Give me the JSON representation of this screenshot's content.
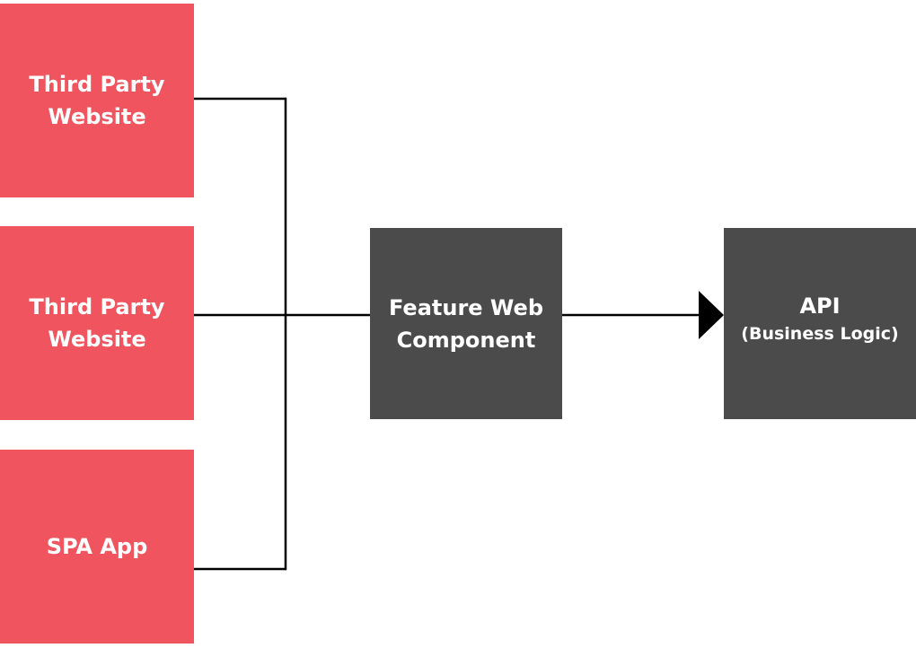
{
  "nodes": {
    "site1": {
      "lines": [
        "Third Party",
        "Website"
      ]
    },
    "site2": {
      "lines": [
        "Third Party",
        "Website"
      ]
    },
    "spa": {
      "lines": [
        "SPA App"
      ]
    },
    "feature": {
      "lines": [
        "Feature Web",
        "Component"
      ]
    },
    "api": {
      "title": "API",
      "subtitle": "(Business Logic)"
    }
  },
  "colors": {
    "client_box": "#f0545e",
    "service_box": "#4b4b4b",
    "connector": "#000000",
    "text": "#ffffff"
  }
}
